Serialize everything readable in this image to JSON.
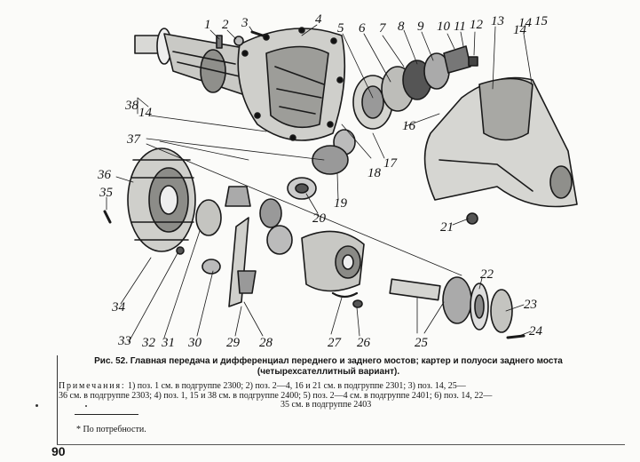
{
  "figure": {
    "callouts": [
      {
        "id": "c1",
        "text": "1"
      },
      {
        "id": "c2",
        "text": "2"
      },
      {
        "id": "c3",
        "text": "3"
      },
      {
        "id": "c4",
        "text": "4"
      },
      {
        "id": "c5",
        "text": "5"
      },
      {
        "id": "c6",
        "text": "6"
      },
      {
        "id": "c7",
        "text": "7"
      },
      {
        "id": "c8",
        "text": "8"
      },
      {
        "id": "c9",
        "text": "9"
      },
      {
        "id": "c10",
        "text": "10"
      },
      {
        "id": "c11",
        "text": "11"
      },
      {
        "id": "c12",
        "text": "12"
      },
      {
        "id": "c13",
        "text": "13"
      },
      {
        "id": "c14a",
        "text": "14"
      },
      {
        "id": "c15",
        "text": "15"
      },
      {
        "id": "c14b",
        "text": "14"
      },
      {
        "id": "c16",
        "text": "16"
      },
      {
        "id": "c17",
        "text": "17"
      },
      {
        "id": "c18",
        "text": "18"
      },
      {
        "id": "c19",
        "text": "19"
      },
      {
        "id": "c20",
        "text": "20"
      },
      {
        "id": "c21",
        "text": "21"
      },
      {
        "id": "c22",
        "text": "22"
      },
      {
        "id": "c23",
        "text": "23"
      },
      {
        "id": "c24",
        "text": "24"
      },
      {
        "id": "c25",
        "text": "25"
      },
      {
        "id": "c26",
        "text": "26"
      },
      {
        "id": "c27",
        "text": "27"
      },
      {
        "id": "c28",
        "text": "28"
      },
      {
        "id": "c29",
        "text": "29"
      },
      {
        "id": "c30",
        "text": "30"
      },
      {
        "id": "c31",
        "text": "31"
      },
      {
        "id": "c32",
        "text": "32"
      },
      {
        "id": "c33",
        "text": "33"
      },
      {
        "id": "c34",
        "text": "34"
      },
      {
        "id": "c35",
        "text": "35"
      },
      {
        "id": "c36",
        "text": "36"
      },
      {
        "id": "c37",
        "text": "37"
      },
      {
        "id": "c38",
        "text": "38"
      },
      {
        "id": "c14c",
        "text": "14"
      }
    ]
  },
  "caption": {
    "line1": "Рис. 52. Главная передача и дифференциал переднего и заднего мостов; картер и полуоси заднего моста",
    "line2": "(четырехсателлитный вариант)."
  },
  "notes": {
    "heading": "Примечания:",
    "line1": "1) поз. 1 см. в подгруппе 2300; 2) поз. 2—4, 16 и 21 см. в подгруппе 2301; 3) поз. 14, 25—",
    "line2": "36 см. в подгруппе 2303; 4) поз. 1, 15 и 38 см. в подгруппе 2400; 5) поз. 2—4 см. в подгруппе 2401; 6) поз. 14, 22—",
    "line3": "35 см. в подгруппе 2403"
  },
  "footnote": "* По потребности.",
  "page_number": "90"
}
